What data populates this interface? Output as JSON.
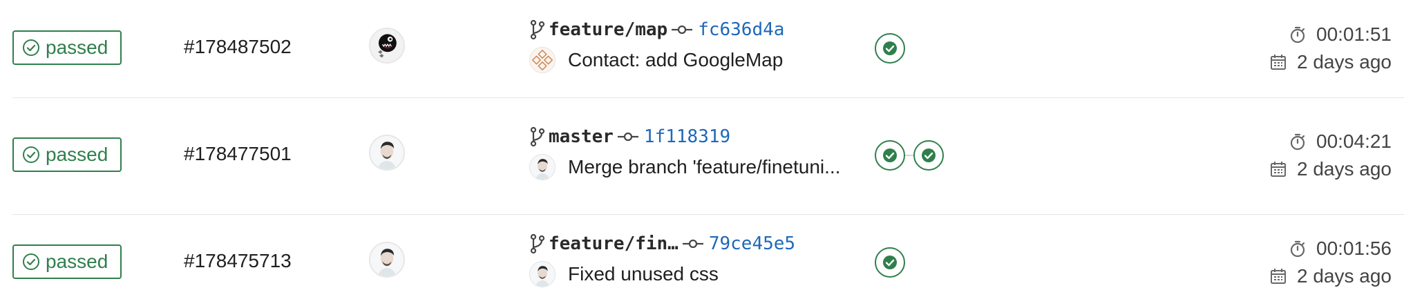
{
  "colors": {
    "success": "#2f7f4c",
    "link": "#1f68b8",
    "divider": "#e5e5e5"
  },
  "pipelines": [
    {
      "status": "passed",
      "id": "#178487502",
      "author_avatar": "chomp-avatar",
      "branch": "feature/map",
      "sha": "fc636d4a",
      "commit_avatar": "pattern-avatar",
      "message": "Contact: add GoogleMap",
      "stages": [
        "passed"
      ],
      "duration": "00:01:51",
      "finished": "2 days ago"
    },
    {
      "status": "passed",
      "id": "#178477501",
      "author_avatar": "person-avatar",
      "branch": "master",
      "sha": "1f118319",
      "commit_avatar": "person-avatar",
      "message": "Merge branch 'feature/finetuni...",
      "stages": [
        "passed",
        "passed"
      ],
      "duration": "00:04:21",
      "finished": "2 days ago"
    },
    {
      "status": "passed",
      "id": "#178475713",
      "author_avatar": "person-avatar",
      "branch": "feature/fin…",
      "sha": "79ce45e5",
      "commit_avatar": "person-avatar",
      "message": "Fixed unused css",
      "stages": [
        "passed"
      ],
      "duration": "00:01:56",
      "finished": "2 days ago"
    }
  ]
}
